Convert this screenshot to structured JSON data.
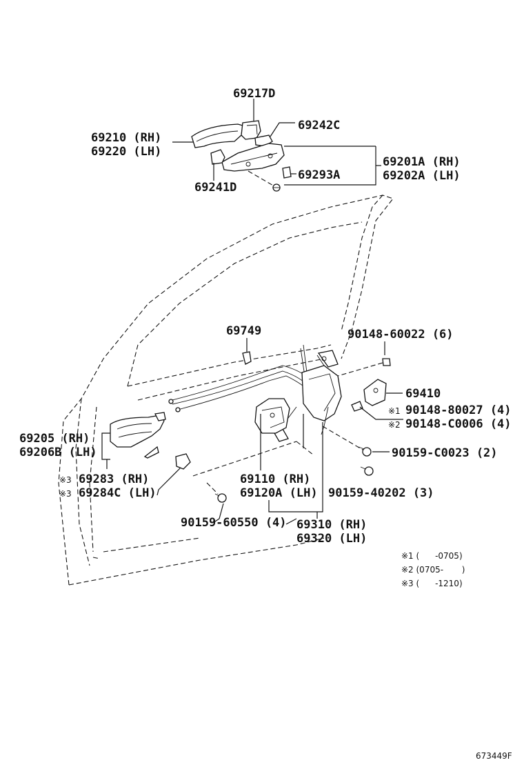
{
  "labels": {
    "p69217D": "69217D",
    "p69210": "69210 (RH)",
    "p69220": "69220 (LH)",
    "p69242C": "69242C",
    "p69201A": "69201A (RH)",
    "p69202A": "69202A (LH)",
    "p69293A": "69293A",
    "p69241D": "69241D",
    "p69749": "69749",
    "p90148_60022": "90148-60022 (6)",
    "p69410": "69410",
    "p90148_80027": "90148-80027 (4)",
    "p90148_C0006": "90148-C0006 (4)",
    "p69205": "69205 (RH)",
    "p69206B": "69206B (LH)",
    "p90159_C0023": "90159-C0023 (2)",
    "p69283": "69283 (RH)",
    "p69284C": "69284C (LH)",
    "p69110": "69110 (RH)",
    "p69120A": "69120A (LH)",
    "p90159_40202": "90159-40202 (3)",
    "p90159_60550": "90159-60550 (4)",
    "p69310": "69310 (RH)",
    "p69320": "69320 (LH)"
  },
  "marks": {
    "m1": "※1",
    "m2": "※2",
    "m3": "※3"
  },
  "notes": {
    "n1": "※1 (      -0705)",
    "n2": "※2 (0705-       )",
    "n3": "※3 (      -1210)"
  },
  "figure_id": "673449F"
}
